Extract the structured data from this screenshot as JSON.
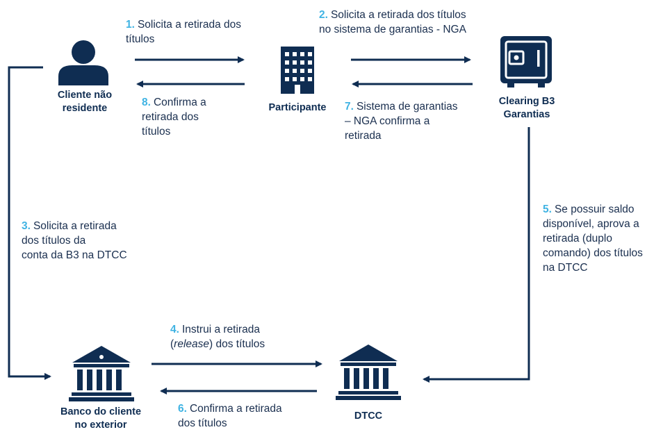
{
  "colors": {
    "navy": "#0f2d52",
    "accent": "#3fb3e3"
  },
  "nodes": {
    "client": {
      "line1": "Cliente não",
      "line2": "residente",
      "icon": "person-icon"
    },
    "participant": {
      "label": "Participante",
      "icon": "building-icon"
    },
    "clearing": {
      "line1": "Clearing B3",
      "line2": "Garantias",
      "icon": "safe-icon"
    },
    "bank": {
      "line1": "Banco do cliente",
      "line2": "no exterior",
      "icon": "bank-icon"
    },
    "dtcc": {
      "label": "DTCC",
      "icon": "bank-icon"
    }
  },
  "steps": {
    "s1": {
      "num": "1.",
      "line1": "Solicita a retirada dos",
      "line2": "títulos"
    },
    "s2": {
      "num": "2.",
      "line1": "Solicita a retirada dos títulos",
      "line2": "no sistema de garantias - NGA"
    },
    "s3": {
      "num": "3.",
      "line1": "Solicita a retirada",
      "line2": "dos títulos da",
      "line3": "conta da B3 na DTCC"
    },
    "s4": {
      "num": "4.",
      "line1": "Instrui a retirada",
      "line2_open": "(",
      "line2_italic": "release",
      "line2_rest": ") dos títulos"
    },
    "s5": {
      "num": "5.",
      "line1": "Se possuir saldo",
      "line2": "disponível, aprova a",
      "line3": "retirada (duplo",
      "line4": "comando) dos títulos",
      "line5": "na DTCC"
    },
    "s6": {
      "num": "6.",
      "line1": "Confirma a retirada",
      "line2": "dos títulos"
    },
    "s7": {
      "num": "7.",
      "line1": "Sistema de garantias",
      "line2": "– NGA confirma a",
      "line3": "retirada"
    },
    "s8": {
      "num": "8.",
      "line1": "Confirma a",
      "line2": "retirada dos",
      "line3": "títulos"
    }
  }
}
